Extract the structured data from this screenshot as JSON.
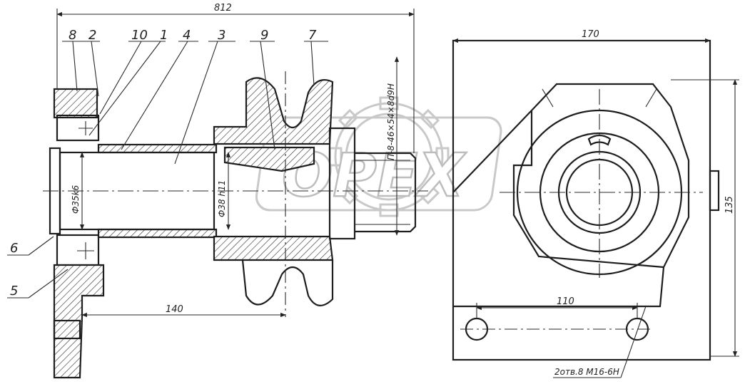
{
  "drawing": {
    "dims": {
      "overall_length": "812",
      "width": "170",
      "height": "135",
      "hole_spacing": "110",
      "shaft_offset": "140",
      "dia_shaft": "Ф35k6",
      "dia_bore": "Ф38 h11",
      "thread": "П-8-46×54×8d9Н"
    },
    "part_numbers": [
      "8",
      "2",
      "10",
      "1",
      "4",
      "3",
      "9",
      "7",
      "6",
      "5"
    ],
    "holes_note": "2отв.8 М16-6Н"
  },
  "watermark": {
    "text": "OPEX",
    "color": "#c4c4c4"
  }
}
